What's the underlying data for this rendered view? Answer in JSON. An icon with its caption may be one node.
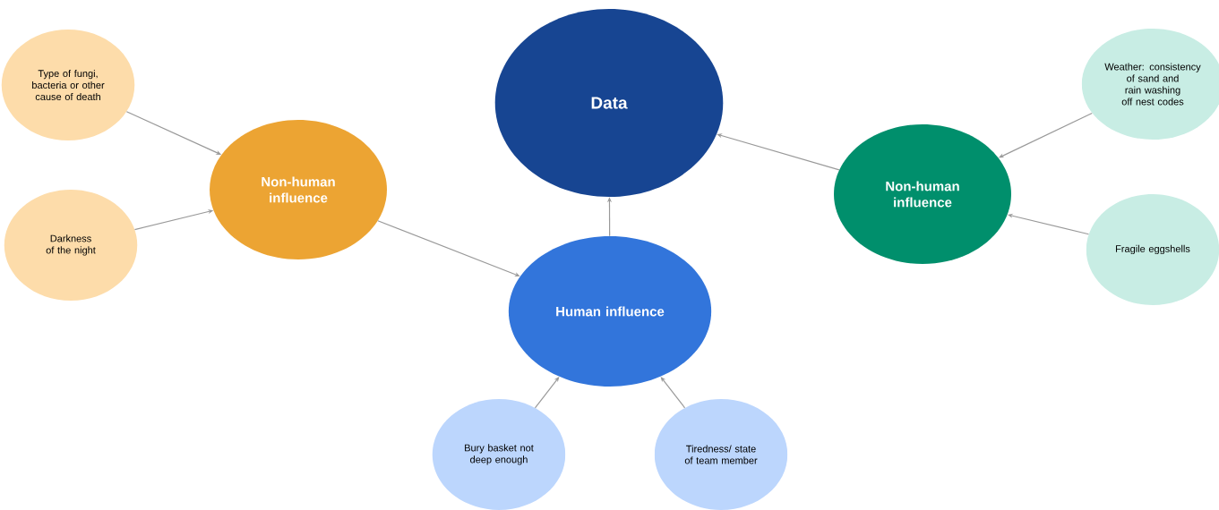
{
  "diagram": {
    "nodes": [
      {
        "text": [
          "Type of fungi, bacteria or other cause of death"
        ]
      },
      {
        "text": [
          "Darkness of the night"
        ]
      },
      {
        "text": [
          "Non-human influence"
        ]
      },
      {
        "text": [
          "Data"
        ]
      },
      {
        "text": [
          "Human influence"
        ]
      },
      {
        "text": [
          "Bury basket not deep enough"
        ]
      },
      {
        "text": [
          "Tiredness/ state of team member"
        ]
      },
      {
        "text": [
          "Non-human influence"
        ]
      },
      {
        "text": [
          "Weather: consistency of sand and rain washing off nest codes"
        ]
      },
      {
        "text": [
          "Fragile eggshells"
        ]
      }
    ],
    "edges": [
      {
        "from": 0,
        "to": 2,
        "arrow": "to"
      },
      {
        "from": 1,
        "to": 2,
        "arrow": "to"
      },
      {
        "from": 2,
        "to": 4,
        "arrow": "to"
      },
      {
        "from": 4,
        "to": 3,
        "arrow": "to"
      },
      {
        "from": 7,
        "to": 3,
        "arrow": "to"
      },
      {
        "from": 8,
        "to": 7,
        "arrow": "to"
      },
      {
        "from": 9,
        "to": 7,
        "arrow": "to"
      },
      {
        "from": 5,
        "to": 4,
        "arrow": "to"
      },
      {
        "from": 6,
        "to": 4,
        "arrow": "to"
      }
    ]
  }
}
